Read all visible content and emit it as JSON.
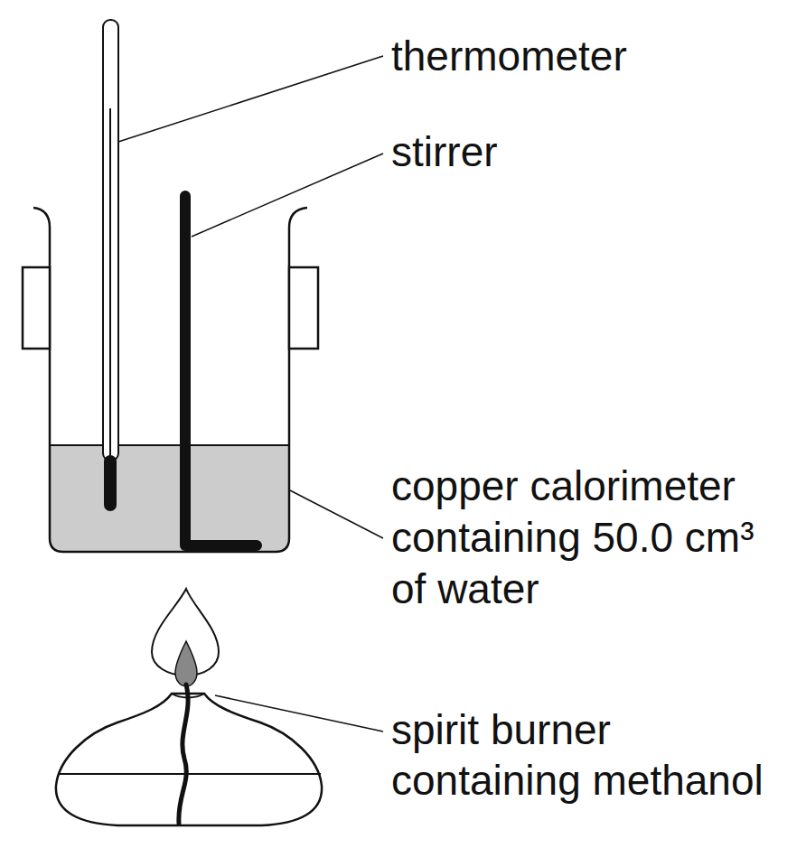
{
  "diagram": {
    "labels": [
      "thermometer",
      "stirrer",
      "copper calorimeter containing 50.0 cm³ of water",
      "spirit burner containing methanol"
    ]
  }
}
